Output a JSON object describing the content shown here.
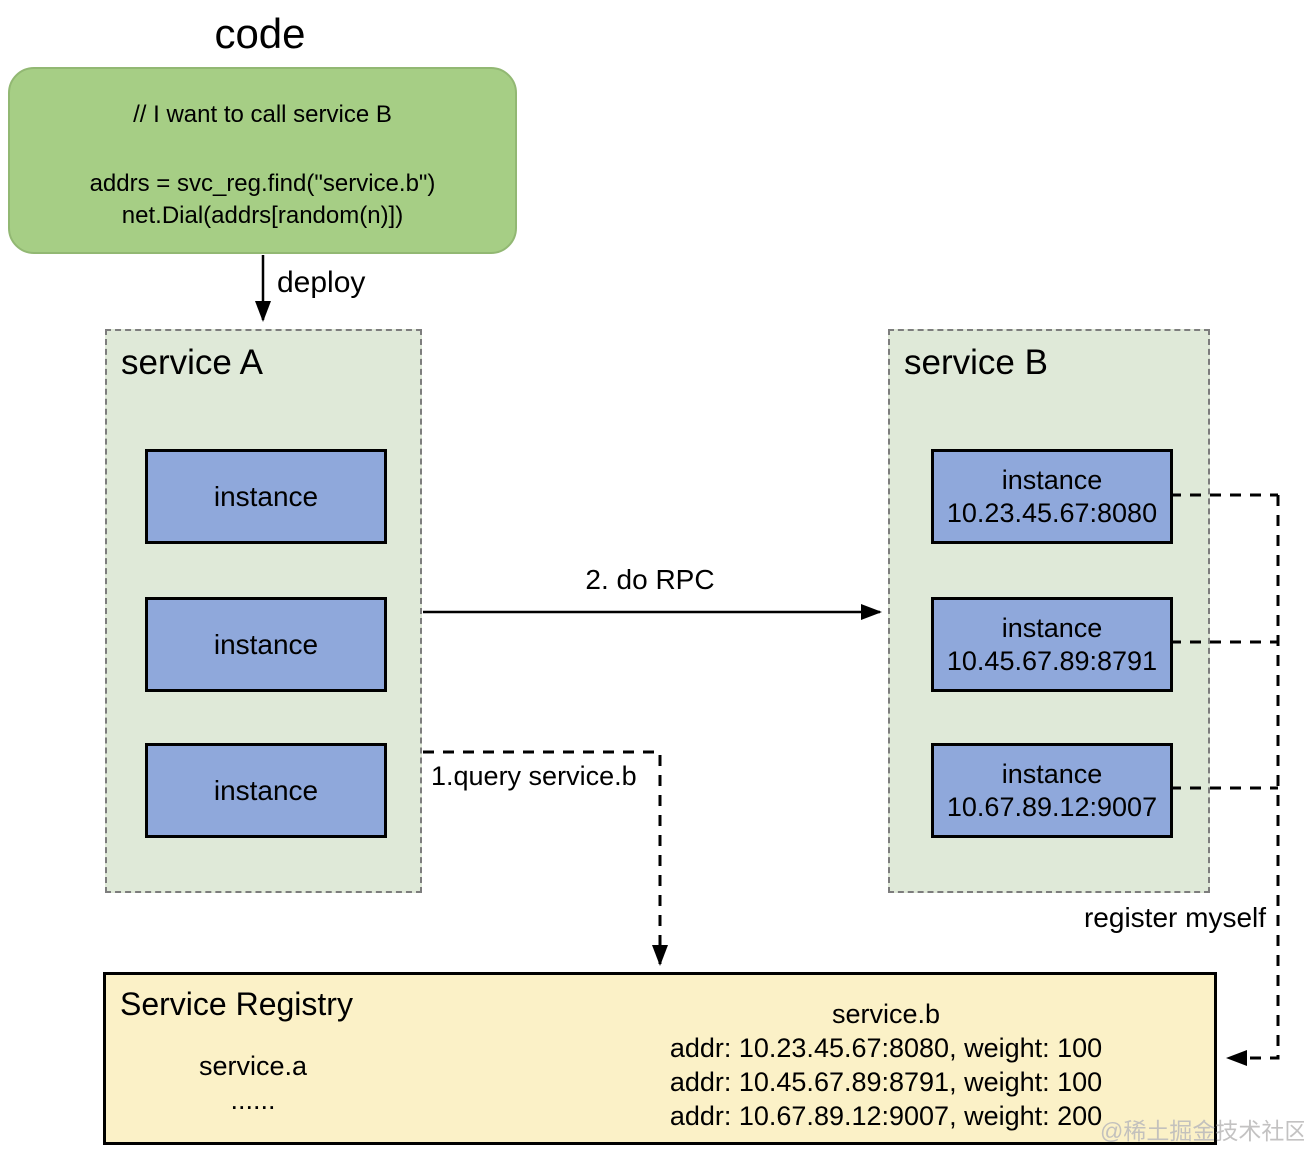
{
  "code": {
    "title": "code",
    "comment": "// I want to call service B",
    "line1": "addrs = svc_reg.find(\"service.b\")",
    "line2": "net.Dial(addrs[random(n)])"
  },
  "labels": {
    "deploy": "deploy",
    "do_rpc": "2. do RPC",
    "query": "1.query service.b",
    "register": "register myself"
  },
  "service_a": {
    "title": "service A",
    "instances": [
      "instance",
      "instance",
      "instance"
    ]
  },
  "service_b": {
    "title": "service B",
    "instances": [
      {
        "label": "instance",
        "addr": "10.23.45.67:8080"
      },
      {
        "label": "instance",
        "addr": "10.45.67.89:8791"
      },
      {
        "label": "instance",
        "addr": "10.67.89.12:9007"
      }
    ]
  },
  "registry": {
    "title": "Service Registry",
    "service_a_name": "service.a",
    "ellipsis": "......",
    "service_b_name": "service.b",
    "records": [
      "addr: 10.23.45.67:8080, weight: 100",
      "addr: 10.45.67.89:8791, weight: 100",
      "addr: 10.67.89.12:9007, weight: 200"
    ]
  },
  "watermark": "@稀土掘金技术社区",
  "colors": {
    "code_fill": "#a6ce85",
    "code_stroke": "#92b873",
    "service_fill": "#dfe9d8",
    "service_stroke": "#7d7d7d",
    "instance_fill": "#8fa8db",
    "registry_fill": "#fbf1c7",
    "line": "#000000",
    "watermark": "#bdbcbc"
  }
}
